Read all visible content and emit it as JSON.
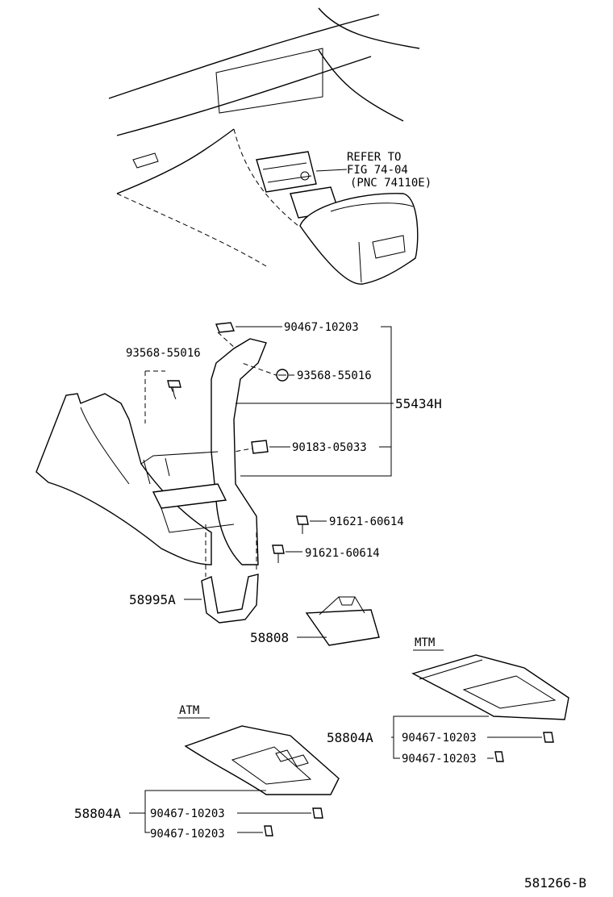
{
  "refer_note": {
    "line1": "REFER TO",
    "line2": "FIG 74-04",
    "line3": "(PNC 74110E)"
  },
  "parts": {
    "clip_top": "90467-10203",
    "screw_left": "93568-55016",
    "screw_right": "93568-55016",
    "console_panel": "55434H",
    "nut_90183": "90183-05033",
    "bolt_upper": "91621-60614",
    "bolt_lower": "91621-60614",
    "bracket": "58995A",
    "boot": "58808"
  },
  "mtm": {
    "title": "MTM",
    "panel": "58804A",
    "clip1": "90467-10203",
    "clip2": "90467-10203"
  },
  "atm": {
    "title": "ATM",
    "panel": "58804A",
    "clip1": "90467-10203",
    "clip2": "90467-10203"
  },
  "drawing_code": "581266-B"
}
